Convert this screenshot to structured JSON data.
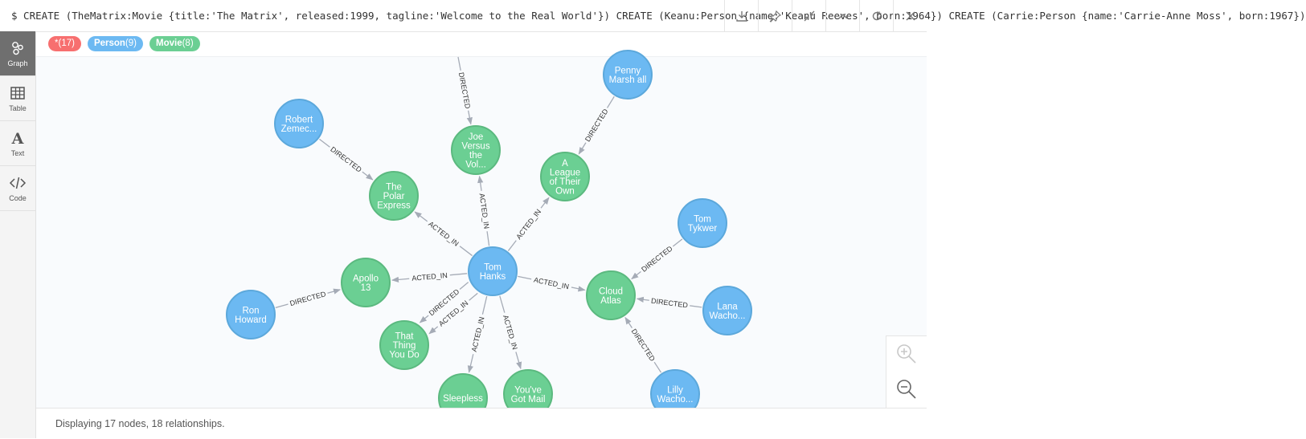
{
  "query": "$ CREATE (TheMatrix:Movie {title:'The Matrix', released:1999, tagline:'Welcome to the Real World'}) CREATE (Keanu:Person {name:'Keanu Reeves', born:1964}) CREATE (Carrie:Person {name:'Carrie-Anne Moss', born:1967})",
  "toolbar": {
    "buttons": [
      {
        "name": "download-button",
        "icon": "download-icon"
      },
      {
        "name": "pin-button",
        "icon": "pin-icon"
      },
      {
        "name": "collapse-button",
        "icon": "collapse-icon"
      },
      {
        "name": "scroll-up-button",
        "icon": "chevron-up-icon"
      },
      {
        "name": "rerun-button",
        "icon": "refresh-icon"
      },
      {
        "name": "close-button",
        "icon": "close-icon"
      }
    ]
  },
  "sidebar": {
    "items": [
      {
        "label": "Graph",
        "icon": "graph-icon",
        "active": true
      },
      {
        "label": "Table",
        "icon": "table-icon",
        "active": false
      },
      {
        "label": "Text",
        "icon": "text-icon",
        "active": false
      },
      {
        "label": "Code",
        "icon": "code-icon",
        "active": false
      }
    ]
  },
  "legend": {
    "all": {
      "label": "*",
      "count": "(17)"
    },
    "person": {
      "label": "Person",
      "count": "(9)"
    },
    "movie": {
      "label": "Movie",
      "count": "(8)"
    }
  },
  "colors": {
    "person": "#6cb9f2",
    "person_stroke": "#5ca8db",
    "movie": "#6bcf93",
    "movie_stroke": "#5bb97f",
    "all": "#f76f6f",
    "edge": "#a5abb6"
  },
  "graph": {
    "nodes": [
      {
        "id": "tom",
        "type": "person",
        "lines": [
          "Tom",
          "Hanks"
        ]
      },
      {
        "id": "joe",
        "type": "movie",
        "lines": [
          "Joe",
          "Versus",
          "the",
          "Vol..."
        ]
      },
      {
        "id": "league",
        "type": "movie",
        "lines": [
          "A",
          "League",
          "of Their",
          "Own"
        ]
      },
      {
        "id": "penny",
        "type": "person",
        "lines": [
          "Penny",
          "Marsh all"
        ]
      },
      {
        "id": "robert",
        "type": "person",
        "lines": [
          "Robert",
          "Zemec..."
        ]
      },
      {
        "id": "polar",
        "type": "movie",
        "lines": [
          "The",
          "Polar",
          "Express"
        ]
      },
      {
        "id": "apollo",
        "type": "movie",
        "lines": [
          "Apollo",
          "13"
        ]
      },
      {
        "id": "ron",
        "type": "person",
        "lines": [
          "Ron",
          "Howard"
        ]
      },
      {
        "id": "thatthing",
        "type": "movie",
        "lines": [
          "That",
          "Thing",
          "You Do"
        ]
      },
      {
        "id": "sleepless",
        "type": "movie",
        "lines": [
          "Sleepless"
        ]
      },
      {
        "id": "youvegot",
        "type": "movie",
        "lines": [
          "You've",
          "Got Mail"
        ]
      },
      {
        "id": "cloud",
        "type": "movie",
        "lines": [
          "Cloud",
          "Atlas"
        ]
      },
      {
        "id": "tykwer",
        "type": "person",
        "lines": [
          "Tom",
          "Tykwer"
        ]
      },
      {
        "id": "lana",
        "type": "person",
        "lines": [
          "Lana",
          "Wacho..."
        ]
      },
      {
        "id": "lilly",
        "type": "person",
        "lines": [
          "Lilly",
          "Wacho..."
        ]
      }
    ],
    "edges": [
      {
        "from": "tom",
        "to": "joe",
        "label": "ACTED_IN"
      },
      {
        "from": "tom",
        "to": "league",
        "label": "ACTED_IN"
      },
      {
        "from": "tom",
        "to": "polar",
        "label": "ACTED_IN"
      },
      {
        "from": "tom",
        "to": "apollo",
        "label": "ACTED_IN"
      },
      {
        "from": "tom",
        "to": "cloud",
        "label": "ACTED_IN"
      },
      {
        "from": "tom",
        "to": "thatthing",
        "label": "ACTED_IN"
      },
      {
        "from": "tom",
        "to": "sleepless",
        "label": "ACTED_IN"
      },
      {
        "from": "tom",
        "to": "youvegot",
        "label": "ACTED_IN"
      },
      {
        "from": "tom",
        "to": "thatthing",
        "label": "DIRECTED"
      },
      {
        "from": "offscreen",
        "to": "joe",
        "label": "DIRECTED"
      },
      {
        "from": "penny",
        "to": "league",
        "label": "DIRECTED"
      },
      {
        "from": "robert",
        "to": "polar",
        "label": "DIRECTED"
      },
      {
        "from": "ron",
        "to": "apollo",
        "label": "DIRECTED"
      },
      {
        "from": "tykwer",
        "to": "cloud",
        "label": "DIRECTED"
      },
      {
        "from": "lana",
        "to": "cloud",
        "label": "DIRECTED"
      },
      {
        "from": "lilly",
        "to": "cloud",
        "label": "DIRECTED"
      }
    ]
  },
  "zoom": {
    "in": "zoom-in-icon",
    "out": "zoom-out-icon"
  },
  "footer": {
    "status": "Displaying 17 nodes, 18 relationships."
  }
}
